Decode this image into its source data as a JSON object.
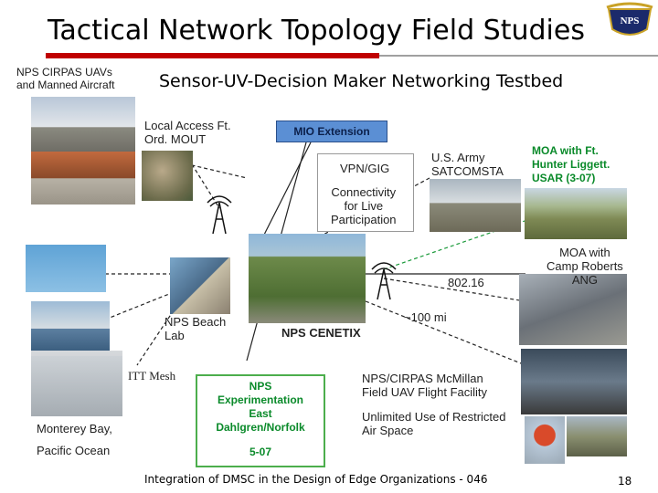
{
  "header": {
    "title": "Tactical Network Topology Field Studies",
    "subtitle": "Sensor-UV-Decision Maker Networking Testbed",
    "logo_text": "NPS"
  },
  "nodes": {
    "cirpas_uavs": "NPS CIRPAS UAVs\nand Manned Aircraft",
    "local_access": "Local Access Ft.\nOrd. MOUT",
    "mio_extension": "MIO Extension",
    "vpn_gig_title": "VPN/GIG",
    "vpn_gig_detail": "Connectivity\nfor Live\nParticipation",
    "army_satcom": "U.S. Army\nSATCOMSTA",
    "moa_hunter": "MOA with Ft.\nHunter Liggett.\nUSAR (3-07)",
    "moa_roberts": "MOA with\nCamp Roberts\nANG",
    "link_80216": "802.16",
    "range": "~100 mi",
    "nps_cenetix": "NPS CENETIX",
    "beach_lab": "NPS Beach\nLab",
    "itt_mesh": "ITT Mesh",
    "monterey_bay": "Monterey Bay,",
    "pacific_ocean": "Pacific Ocean",
    "nps_experimentation": "NPS\nExperimentation\nEast\nDahlgren/Norfolk",
    "nps_exp_date": "5-07",
    "mcmillan": "NPS/CIRPAS McMillan\nField UAV Flight Facility",
    "restricted_airspace": "Unlimited Use of Restricted\nAir Space"
  },
  "footer": {
    "text": "Integration of DMSC in the Design of Edge Organizations - 046",
    "page": "18"
  },
  "colors": {
    "accent_red": "#c00000",
    "mio_blue": "#5b8fd4",
    "green_text": "#0a8a2a"
  }
}
